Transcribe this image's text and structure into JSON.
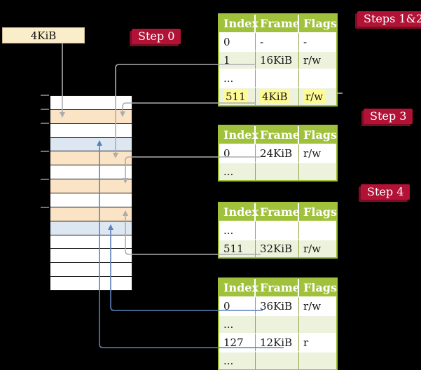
{
  "colors": {
    "green": "#A0C13C",
    "green-light": "#EDF2DC",
    "peach": "#FBE3C6",
    "blue-row": "#DDE7F2",
    "yellow": "#FEFB96",
    "cream": "#FAEDC9",
    "crimson": "#B11235",
    "crimson-dark": "#7C0C23",
    "gray-line": "#ADADAD",
    "blue-line": "#5B82B8",
    "cell-border": "#94A548"
  },
  "frame_box": {
    "label": "4KiB"
  },
  "labels": {
    "step0": "Step 0",
    "steps12": "Steps 1&2",
    "step3": "Step 3",
    "step4": "Step 4"
  },
  "memory": {
    "rows": [
      {
        "color": "white"
      },
      {
        "color": "peach"
      },
      {
        "color": "white"
      },
      {
        "color": "blue"
      },
      {
        "color": "peach"
      },
      {
        "color": "white"
      },
      {
        "color": "peach"
      },
      {
        "color": "white"
      },
      {
        "color": "peach"
      },
      {
        "color": "blue"
      },
      {
        "color": "white"
      },
      {
        "color": "white"
      },
      {
        "color": "white"
      },
      {
        "color": "white"
      }
    ]
  },
  "tables": [
    {
      "id": "page-table-steps-1-2",
      "headers": [
        "Index",
        "Frame",
        "Flags"
      ],
      "rows": [
        {
          "cells": [
            "0",
            "-",
            "-"
          ],
          "shade": "white",
          "hl": "no"
        },
        {
          "cells": [
            "1",
            "16KiB",
            "r/w"
          ],
          "shade": "green",
          "hl": "no"
        },
        {
          "cells": [
            "...",
            "",
            ""
          ],
          "shade": "white",
          "hl": "no"
        },
        {
          "cells": [
            "511",
            "4KiB",
            "r/w"
          ],
          "shade": "green",
          "hl": "yes"
        }
      ]
    },
    {
      "id": "page-table-step-3",
      "headers": [
        "Index",
        "Frame",
        "Flags"
      ],
      "rows": [
        {
          "cells": [
            "0",
            "24KiB",
            "r/w"
          ],
          "shade": "white",
          "hl": "no"
        },
        {
          "cells": [
            "...",
            "",
            ""
          ],
          "shade": "green",
          "hl": "no"
        }
      ]
    },
    {
      "id": "page-table-step-4",
      "headers": [
        "Index",
        "Frame",
        "Flags"
      ],
      "rows": [
        {
          "cells": [
            "...",
            "",
            ""
          ],
          "shade": "white",
          "hl": "no"
        },
        {
          "cells": [
            "511",
            "32KiB",
            "r/w"
          ],
          "shade": "green",
          "hl": "no"
        }
      ]
    },
    {
      "id": "page-table-final",
      "headers": [
        "Index",
        "Frame",
        "Flags"
      ],
      "rows": [
        {
          "cells": [
            "0",
            "36KiB",
            "r/w"
          ],
          "shade": "white",
          "hl": "no"
        },
        {
          "cells": [
            "...",
            "",
            ""
          ],
          "shade": "green",
          "hl": "no"
        },
        {
          "cells": [
            "127",
            "12KiB",
            "r"
          ],
          "shade": "white",
          "hl": "no"
        },
        {
          "cells": [
            "...",
            "",
            ""
          ],
          "shade": "green",
          "hl": "no"
        }
      ]
    }
  ]
}
